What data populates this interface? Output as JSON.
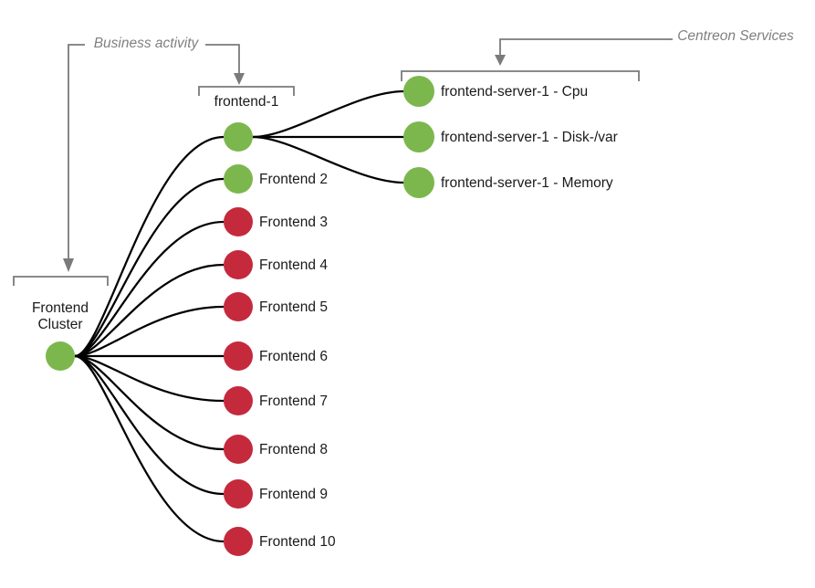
{
  "colors": {
    "ok": "#7cb74d",
    "critical": "#c5293c",
    "edge": "#000000",
    "annotation_line": "#7a7a7a",
    "annotation_text": "#808080",
    "label_text": "#1a1a1a"
  },
  "annotations": {
    "business_activity": "Business activity",
    "centreon_services": "Centreon Services"
  },
  "nodes": {
    "root": {
      "label": "Frontend Cluster",
      "label_line1": "Frontend",
      "label_line2": "Cluster",
      "status": "ok"
    },
    "frontend1": {
      "label": "frontend-1",
      "status": "ok"
    },
    "frontends": [
      {
        "label": "Frontend 2",
        "status": "ok"
      },
      {
        "label": "Frontend 3",
        "status": "critical"
      },
      {
        "label": "Frontend 4",
        "status": "critical"
      },
      {
        "label": "Frontend 5",
        "status": "critical"
      },
      {
        "label": "Frontend 6",
        "status": "critical"
      },
      {
        "label": "Frontend 7",
        "status": "critical"
      },
      {
        "label": "Frontend 8",
        "status": "critical"
      },
      {
        "label": "Frontend 9",
        "status": "critical"
      },
      {
        "label": "Frontend 10",
        "status": "critical"
      }
    ],
    "services": [
      {
        "label": "frontend-server-1 - Cpu",
        "status": "ok"
      },
      {
        "label": "frontend-server-1 - Disk-/var",
        "status": "ok"
      },
      {
        "label": "frontend-server-1 - Memory",
        "status": "ok"
      }
    ]
  }
}
